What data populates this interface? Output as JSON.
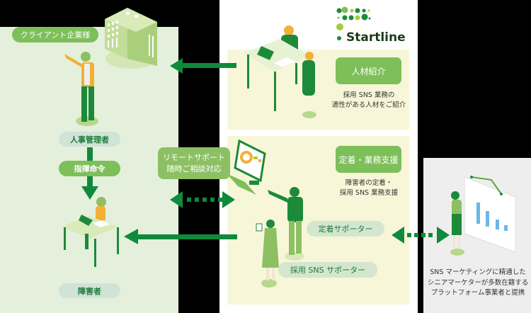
{
  "client": {
    "title": "クライアント企業様",
    "manager_label": "人事管理者",
    "command_label": "指揮命令",
    "worker_label": "障害者"
  },
  "startline": {
    "logo_text": "Startline",
    "service1": {
      "title": "人材紹介",
      "desc_line1": "採用 SNS 業務の",
      "desc_line2": "適性がある人材をご紹介"
    },
    "service2": {
      "title": "定着・業務支援",
      "desc_line1": "障害者の定着・",
      "desc_line2": "採用 SNS 業務支援"
    },
    "supporter1": "定着サポーター",
    "supporter2": "採用 SNS サポーター"
  },
  "remote_support": {
    "line1": "リモートサポート",
    "line2": "随時ご相談対応"
  },
  "partner": {
    "line1": "SNS マーケティングに精通した",
    "line2": "シニアマーケターが多数在籍する",
    "line3": "プラットフォーム事業者と提携"
  },
  "colors": {
    "arrow_green": "#0f8a3c",
    "pill_green": "#7dbf59",
    "client_bg": "#e4f0dc",
    "cream_bg": "#f7f6d8",
    "partner_bg": "#eeeeee"
  }
}
